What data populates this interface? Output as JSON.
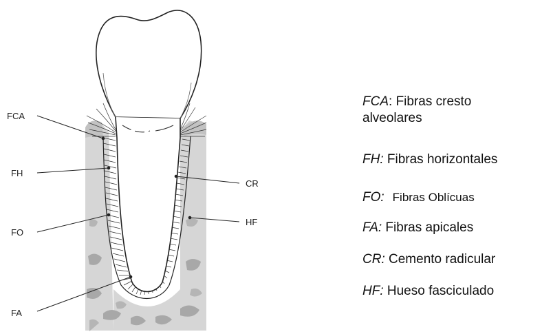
{
  "diagram": {
    "labels": {
      "fca": "FCA",
      "fh": "FH",
      "fo": "FO",
      "fa": "FA",
      "cr": "CR",
      "hf": "HF"
    }
  },
  "legend": [
    {
      "abbr": "FCA",
      "sep": ": ",
      "desc_line1": "Fibras cresto",
      "desc_line2": "alveolares"
    },
    {
      "abbr": "FH:",
      "desc": " Fibras horizontales"
    },
    {
      "abbr": "FO:",
      "desc": "Fibras Oblícuas"
    },
    {
      "abbr": "FA:",
      "desc": " Fibras apicales"
    },
    {
      "abbr": "CR:",
      "desc": " Cemento radicular"
    },
    {
      "abbr": "HF:",
      "desc": " Hueso fasciculado"
    }
  ],
  "colors": {
    "bone": "#d4d4d4",
    "bone_dark": "#a8a8a8",
    "line": "#222222"
  }
}
